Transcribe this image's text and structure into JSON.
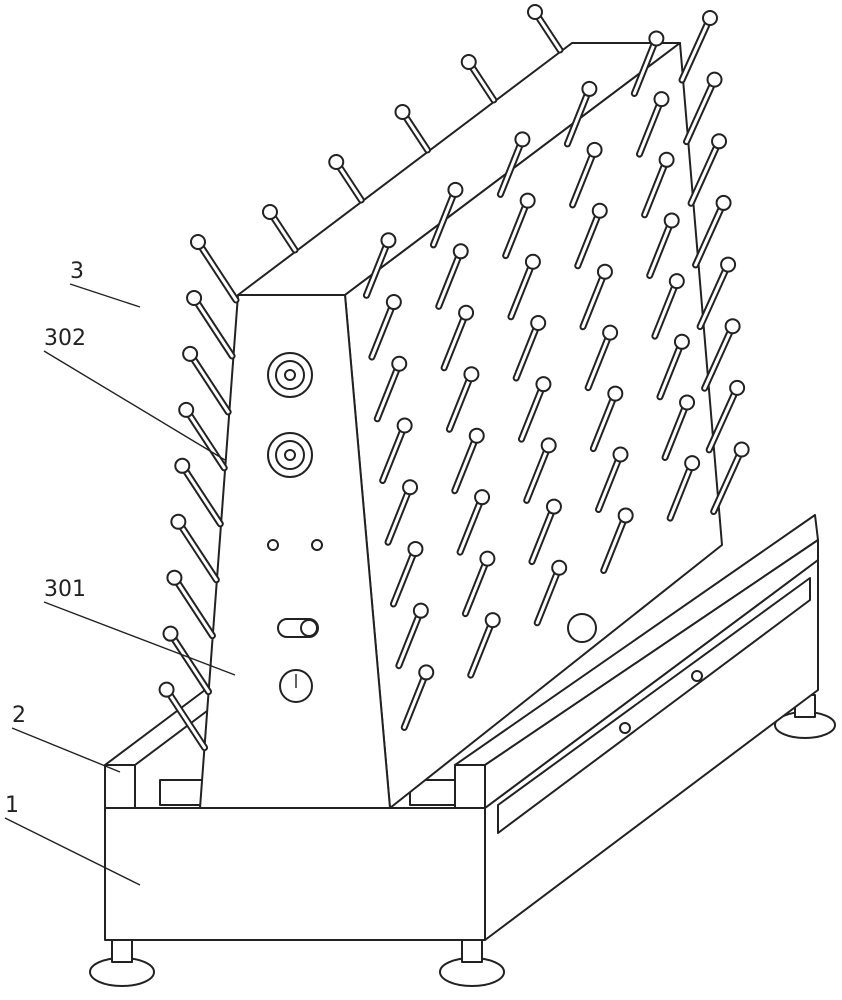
{
  "labels": {
    "part_3": "3",
    "part_302": "302",
    "part_301": "301",
    "part_2": "2",
    "part_1": "1"
  },
  "colors": {
    "line": "#222222",
    "background": "#ffffff"
  }
}
